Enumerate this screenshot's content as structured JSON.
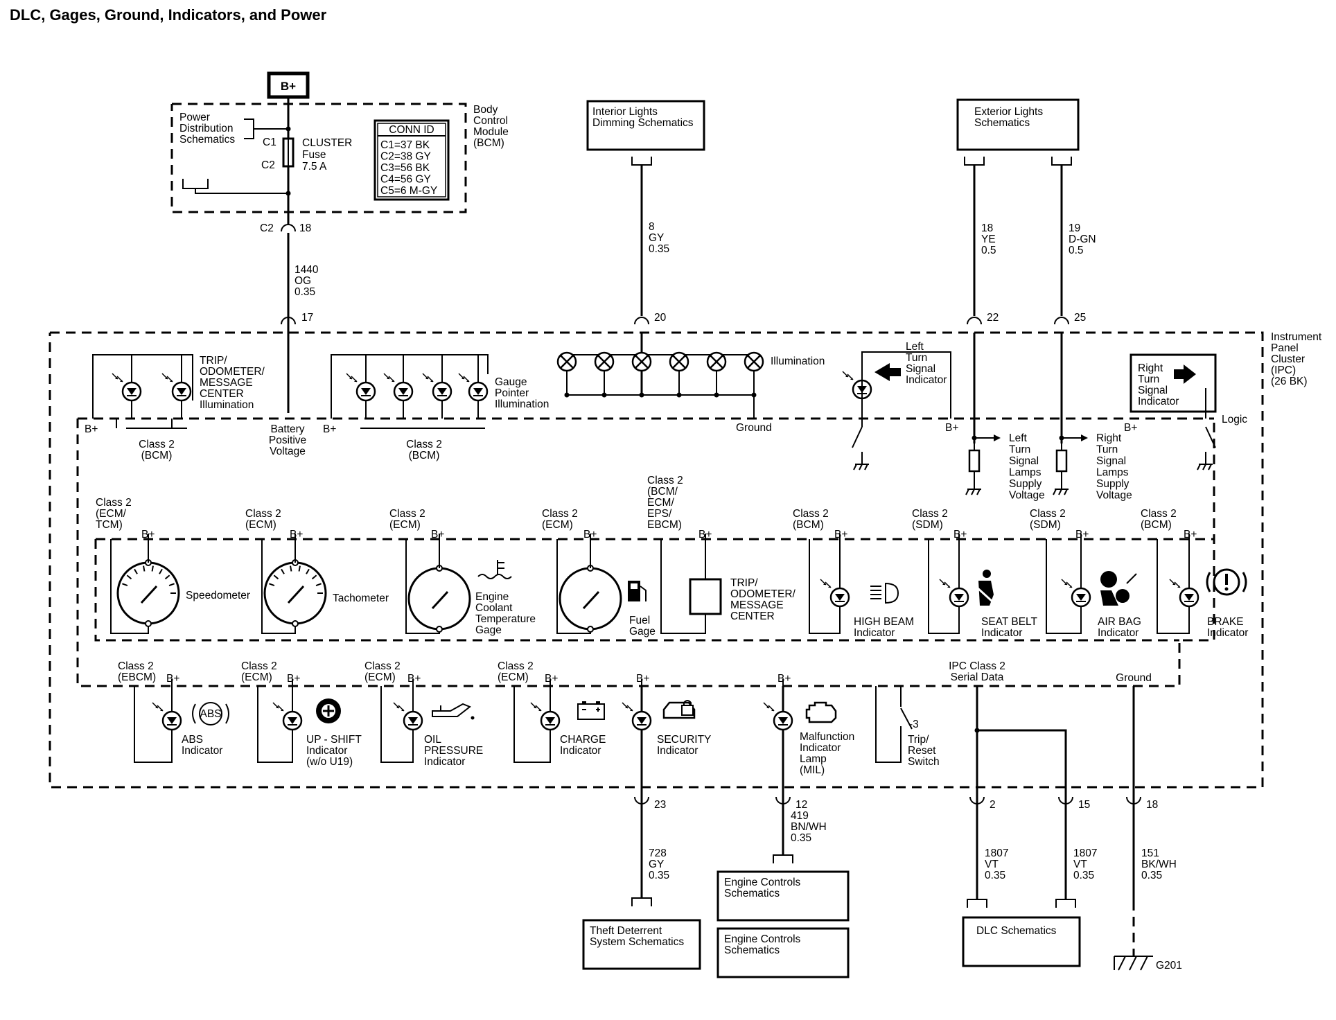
{
  "title": "DLC, Gages, Ground, Indicators, and Power",
  "power": {
    "bplus": "B+"
  },
  "bcm": {
    "label": [
      "Body",
      "Control",
      "Module",
      "(BCM)"
    ],
    "pds": [
      "Power",
      "Distribution",
      "Schematics"
    ],
    "fuse_c1": "C1",
    "fuse_c2": "C2",
    "fuse": [
      "CLUSTER",
      "Fuse",
      "7.5 A"
    ],
    "conn_title": "CONN ID",
    "conn": [
      "C1=37 BK",
      "C2=38 GY",
      "C3=56 BK",
      "C4=56 GY",
      "C5=6 M-GY"
    ]
  },
  "ref_boxes": {
    "interior": [
      "Interior Lights",
      "Dimming Schematics"
    ],
    "exterior": [
      "Exterior Lights",
      "Schematics"
    ],
    "theft": [
      "Theft Deterrent",
      "System Schematics"
    ],
    "engine1": [
      "Engine Controls",
      "Schematics"
    ],
    "engine2": [
      "Engine Controls",
      "Schematics"
    ],
    "dlc": [
      "DLC Schematics"
    ]
  },
  "wires": {
    "w1440": [
      "1440",
      "OG",
      "0.35"
    ],
    "w8": [
      "8",
      "GY",
      "0.35"
    ],
    "w18": [
      "18",
      "YE",
      "0.5"
    ],
    "w19": [
      "19",
      "D-GN",
      "0.5"
    ],
    "w728": [
      "728",
      "GY",
      "0.35"
    ],
    "w419": [
      "419",
      "BN/WH",
      "0.35"
    ],
    "w1807a": [
      "1807",
      "VT",
      "0.35"
    ],
    "w1807b": [
      "1807",
      "VT",
      "0.35"
    ],
    "w151": [
      "151",
      "BK/WH",
      "0.35"
    ]
  },
  "pins": {
    "c2": "C2",
    "p18top": "18",
    "p17": "17",
    "p20": "20",
    "p22": "22",
    "p25": "25",
    "p23": "23",
    "p12": "12",
    "p2": "2",
    "p15": "15",
    "p18bot": "18"
  },
  "ipc": {
    "label": [
      "Instrument",
      "Panel",
      "Cluster",
      "(IPC)",
      "(26 BK)"
    ],
    "logic": "Logic",
    "trip_illum": [
      "TRIP/",
      "ODOMETER/",
      "MESSAGE",
      "CENTER",
      "Illumination"
    ],
    "gauge_illum": [
      "Gauge",
      "Pointer",
      "Illumination"
    ],
    "illumination": "Illumination",
    "class2_bcm_1": [
      "Class 2",
      "(BCM)"
    ],
    "class2_bcm_2": [
      "Class 2",
      "(BCM)"
    ],
    "battery": [
      "Battery",
      "Positive",
      "Voltage"
    ],
    "ground_top": "Ground",
    "left_turn": [
      "Left",
      "Turn",
      "Signal",
      "Indicator"
    ],
    "right_turn": [
      "Right",
      "Turn",
      "Signal",
      "Indicator"
    ],
    "left_lamps": [
      "Left",
      "Turn",
      "Signal",
      "Lamps",
      "Supply",
      "Voltage"
    ],
    "right_lamps": [
      "Right",
      "Turn",
      "Signal",
      "Lamps",
      "Supply",
      "Voltage"
    ],
    "bplus": "B+"
  },
  "gauges": {
    "speedo": {
      "class": [
        "Class 2",
        "(ECM/",
        "TCM)"
      ],
      "label": [
        "Speedometer"
      ]
    },
    "tach": {
      "class": [
        "Class 2",
        "(ECM)"
      ],
      "label": [
        "Tachometer"
      ]
    },
    "coolant": {
      "class": [
        "Class 2",
        "(ECM)"
      ],
      "label": [
        "Engine",
        "Coolant",
        "Temperature",
        "Gage"
      ]
    },
    "fuel": {
      "class": [
        "Class 2",
        "(ECM)"
      ],
      "label": [
        "Fuel",
        "Gage"
      ]
    },
    "trip": {
      "class": [
        "Class 2",
        "(BCM/",
        "ECM/",
        "EPS/",
        "EBCM)"
      ],
      "label": [
        "TRIP/",
        "ODOMETER/",
        "MESSAGE",
        "CENTER"
      ]
    },
    "highbeam": {
      "class": [
        "Class 2",
        "(BCM)"
      ],
      "label": [
        "HIGH BEAM",
        "Indicator"
      ]
    },
    "seatbelt": {
      "class": [
        "Class 2",
        "(SDM)"
      ],
      "label": [
        "SEAT BELT",
        "Indicator"
      ]
    },
    "airbag": {
      "class": [
        "Class 2",
        "(SDM)"
      ],
      "label": [
        "AIR BAG",
        "Indicator"
      ]
    },
    "brake": {
      "class": [
        "Class 2",
        "(BCM)"
      ],
      "label": [
        "BRAKE",
        "Indicator"
      ]
    }
  },
  "indicators": {
    "abs": {
      "class": [
        "Class 2",
        "(EBCM)"
      ],
      "label": [
        "ABS",
        "Indicator"
      ],
      "icon_text": "ABS"
    },
    "upshift": {
      "class": [
        "Class 2",
        "(ECM)"
      ],
      "label": [
        "UP - SHIFT",
        "Indicator",
        "(w/o U19)"
      ]
    },
    "oil": {
      "class": [
        "Class 2",
        "(ECM)"
      ],
      "label": [
        "OIL",
        "PRESSURE",
        "Indicator"
      ]
    },
    "charge": {
      "class": [
        "Class 2",
        "(ECM)"
      ],
      "label": [
        "CHARGE",
        "Indicator"
      ]
    },
    "security": {
      "label": [
        "SECURITY",
        "Indicator"
      ]
    },
    "mil": {
      "label": [
        "Malfunction",
        "Indicator",
        "Lamp",
        "(MIL)"
      ]
    },
    "trip_switch": {
      "label": [
        "Trip/",
        "Reset",
        "Switch"
      ]
    },
    "serial": [
      "IPC Class 2",
      "Serial Data"
    ],
    "ground": "Ground"
  },
  "ground_ref": "G201"
}
